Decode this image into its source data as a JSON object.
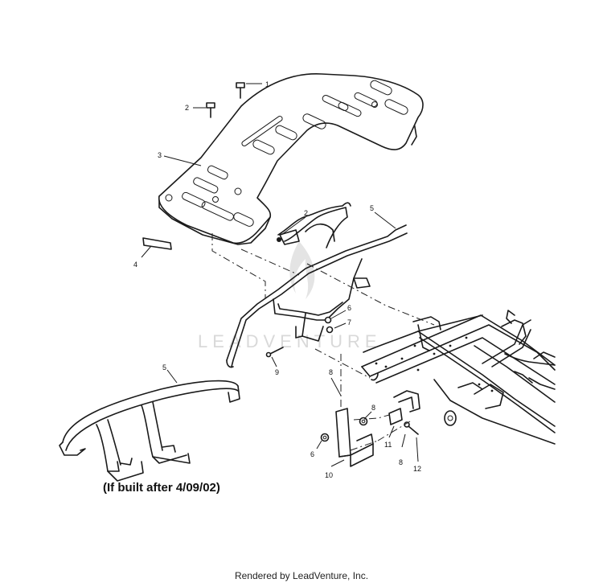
{
  "diagram": {
    "watermark": "LEADVENTURE",
    "callouts": [
      {
        "id": "c1",
        "label": "1"
      },
      {
        "id": "c2a",
        "label": "2"
      },
      {
        "id": "c3",
        "label": "3"
      },
      {
        "id": "c4",
        "label": "4"
      },
      {
        "id": "c2b",
        "label": "2"
      },
      {
        "id": "c5a",
        "label": "5"
      },
      {
        "id": "c6a",
        "label": "6"
      },
      {
        "id": "c7",
        "label": "7"
      },
      {
        "id": "c9",
        "label": "9"
      },
      {
        "id": "c8a",
        "label": "8"
      },
      {
        "id": "c5b",
        "label": "5"
      },
      {
        "id": "c8b",
        "label": "8"
      },
      {
        "id": "c6b",
        "label": "6"
      },
      {
        "id": "c11",
        "label": "11"
      },
      {
        "id": "c8c",
        "label": "8"
      },
      {
        "id": "c12",
        "label": "12"
      },
      {
        "id": "c10",
        "label": "10"
      }
    ],
    "caption": "(If built after 4/09/02)"
  },
  "footer": {
    "text": "Rendered by LeadVenture, Inc."
  }
}
